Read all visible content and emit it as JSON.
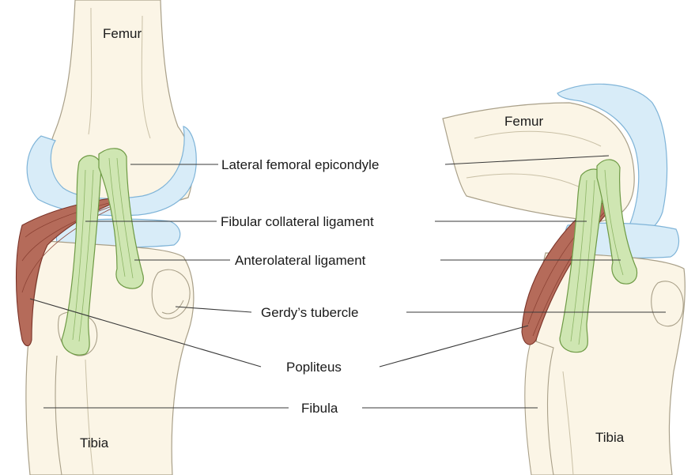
{
  "labels": {
    "femur_left": "Femur",
    "femur_right": "Femur",
    "lateral_femoral_epicondyle": "Lateral femoral epicondyle",
    "fibular_collateral_ligament": "Fibular collateral ligament",
    "anterolateral_ligament": "Anterolateral ligament",
    "gerdys_tubercle": "Gerdy’s tubercle",
    "popliteus": "Popliteus",
    "fibula": "Fibula",
    "tibia_left": "Tibia",
    "tibia_right": "Tibia"
  },
  "colors": {
    "bone_fill": "#fbf5e6",
    "bone_outline": "#a9a089",
    "cartilage_fill": "#d8ecf8",
    "cartilage_outline": "#7fb4d8",
    "ligament_fill": "#cfe6b2",
    "ligament_outline": "#6e9a45",
    "muscle_fill": "#b56b5a",
    "muscle_dark": "#7a3328",
    "leader_line": "#3a3a3a"
  }
}
